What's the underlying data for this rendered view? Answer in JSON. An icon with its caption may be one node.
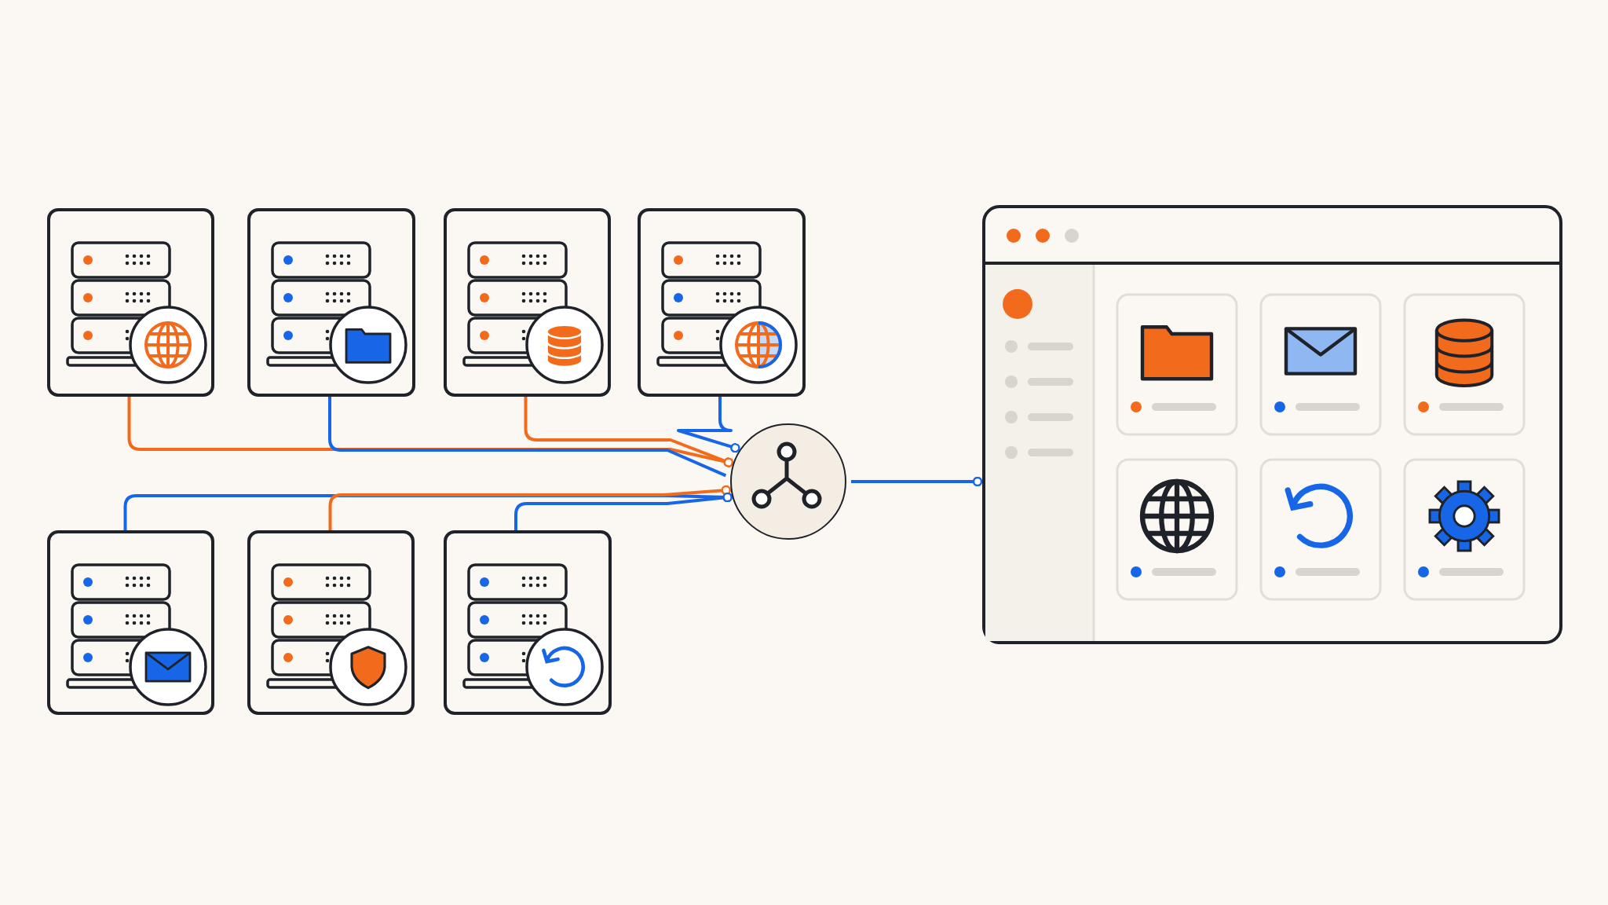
{
  "diagram": {
    "nodes": [
      {
        "text": [],
        "shape": "box"
      },
      {
        "text": [],
        "shape": "box"
      },
      {
        "text": [],
        "shape": "box"
      },
      {
        "text": [],
        "shape": "box"
      },
      {
        "text": [],
        "shape": "box"
      },
      {
        "text": [],
        "shape": "box"
      },
      {
        "text": [],
        "shape": "box"
      },
      {
        "text": [],
        "shape": "circle"
      },
      {
        "text": [],
        "shape": "box"
      }
    ],
    "edges": [
      {
        "from": 0,
        "to": 7,
        "arrow": "other",
        "color": "#f26b1d"
      },
      {
        "from": 1,
        "to": 7,
        "arrow": "none"
      },
      {
        "from": 2,
        "to": 7,
        "arrow": "other",
        "color": "#f26b1d"
      },
      {
        "from": 3,
        "to": 7,
        "arrow": "other"
      },
      {
        "from": 4,
        "to": 7,
        "arrow": "other"
      },
      {
        "from": 5,
        "to": 7,
        "arrow": "other",
        "color": "#f26b1d"
      },
      {
        "from": 6,
        "to": 7,
        "arrow": "other"
      },
      {
        "from": 7,
        "to": 8,
        "arrow": "other"
      }
    ]
  }
}
